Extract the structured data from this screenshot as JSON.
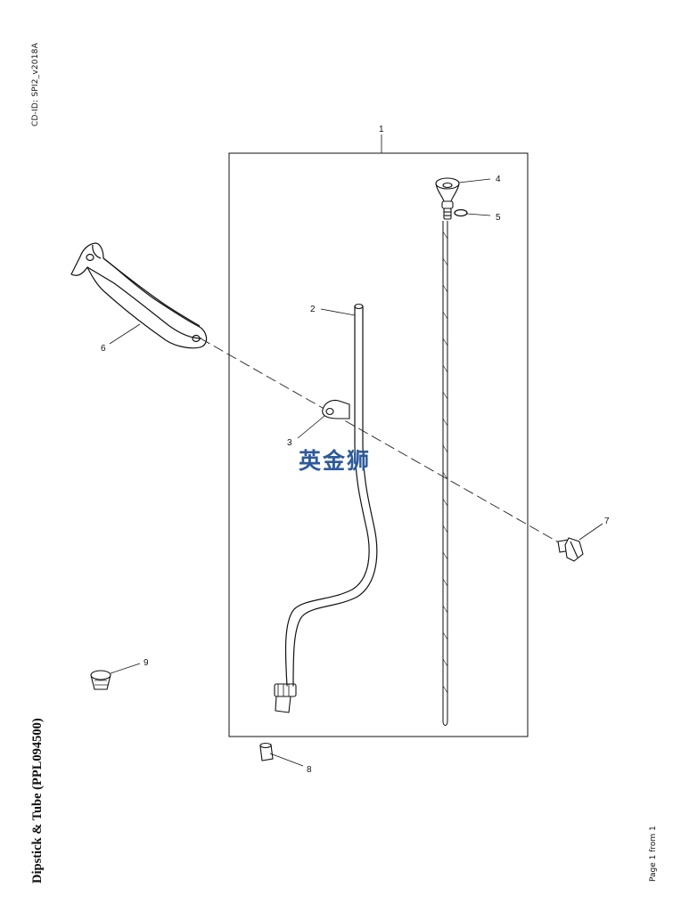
{
  "header": {
    "cd_id": "CD-ID: SPI2_v2018A"
  },
  "title": "Dipstick & Tube (PPL094500)",
  "footer": {
    "page": "Page 1 from 1"
  },
  "watermark": "英金狮",
  "callouts": {
    "c1": "1",
    "c2": "2",
    "c3": "3",
    "c4": "4",
    "c5": "5",
    "c6": "6",
    "c7": "7",
    "c8": "8",
    "c9": "9"
  },
  "colors": {
    "line": "#111111",
    "watermark": "#2d5a9b",
    "background": "#ffffff"
  }
}
